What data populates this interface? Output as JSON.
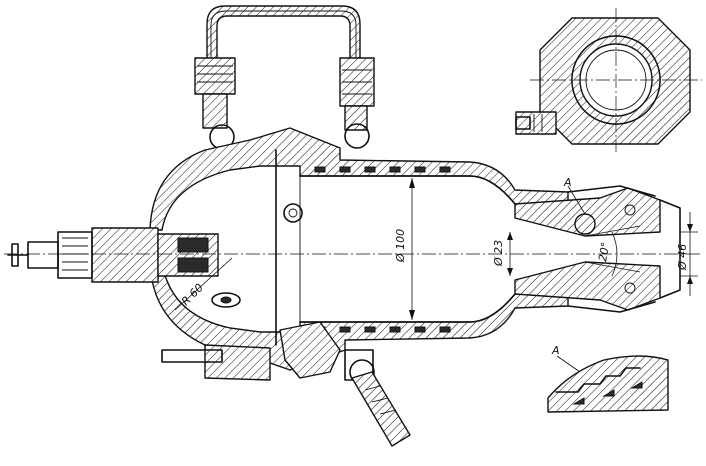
{
  "labels": {
    "d100": "Ø 100",
    "d23": "Ø 23",
    "d46": "Ø 46",
    "angle": "20°",
    "radius": "R 60",
    "detail_a": "A",
    "detail_a_view": "A"
  }
}
